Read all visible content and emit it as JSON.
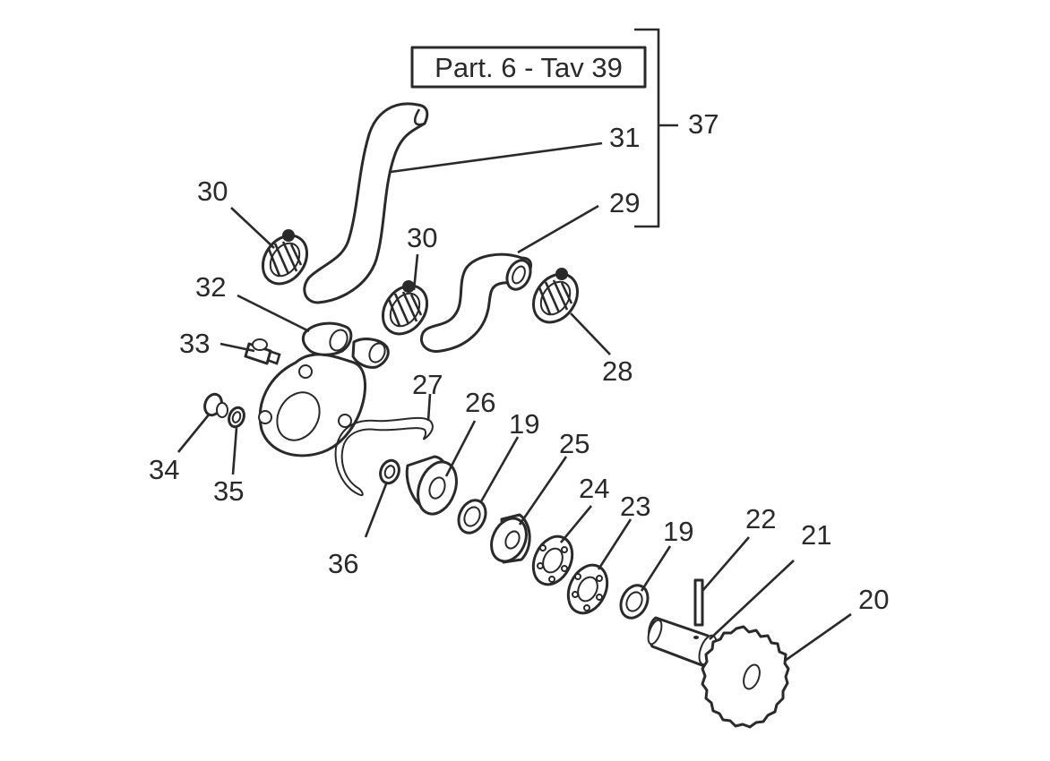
{
  "reference_box": "Part. 6 - Tav 39",
  "callouts": {
    "c37": "37",
    "c31": "31",
    "c30a": "30",
    "c30b": "30",
    "c29": "29",
    "c32": "32",
    "c33": "33",
    "c28": "28",
    "c27": "27",
    "c26": "26",
    "c19a": "19",
    "c25": "25",
    "c34": "34",
    "c35": "35",
    "c24": "24",
    "c23": "23",
    "c19b": "19",
    "c22": "22",
    "c21": "21",
    "c36": "36",
    "c20": "20"
  },
  "colors": {
    "ink": "#2a2a2a",
    "paper": "#ffffff"
  }
}
